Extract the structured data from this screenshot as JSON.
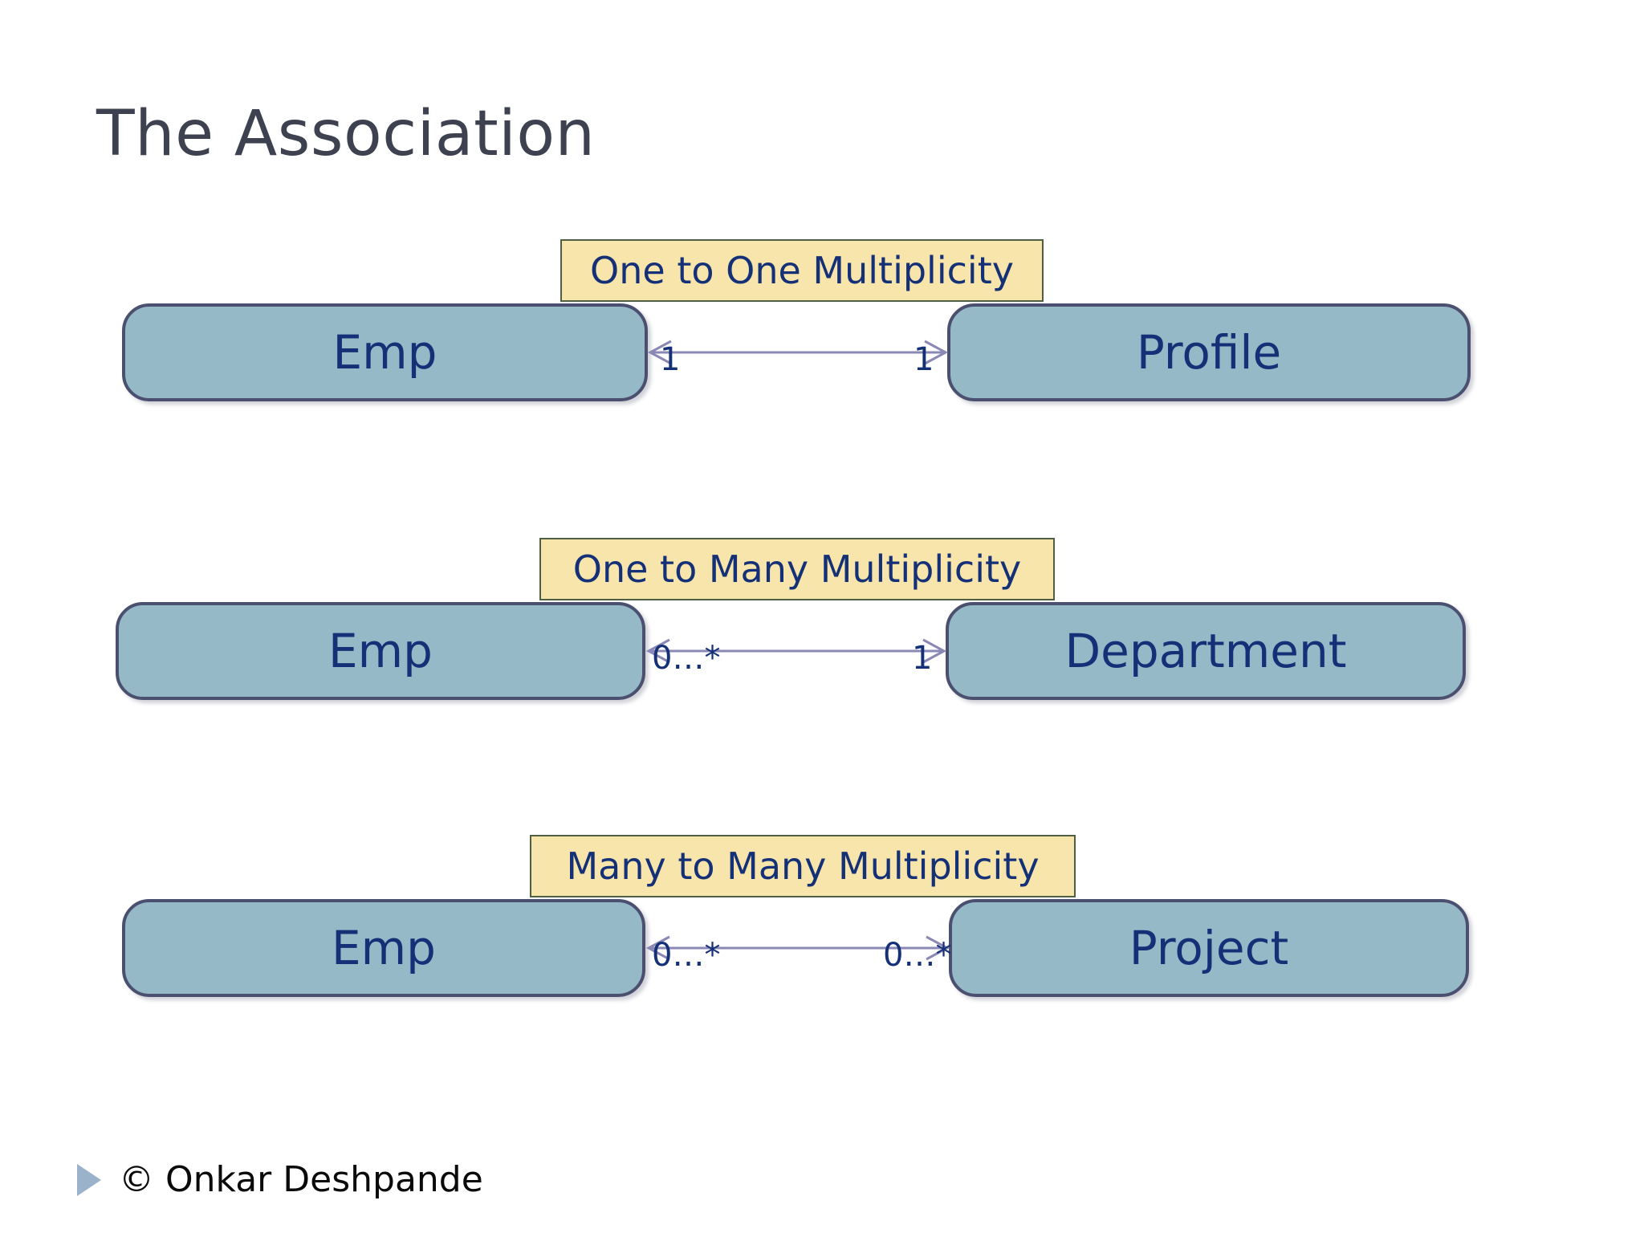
{
  "slide": {
    "title": "The Association",
    "accent_box_fill": "#95b9c7",
    "accent_box_border": "#4c5070",
    "caption_fill": "#f8e5ab",
    "caption_border": "#4f5f44",
    "text_navy": "#143077",
    "title_color": "#3e4250",
    "arrow_color": "#8a88b4"
  },
  "associations": [
    {
      "caption": "One to One Multiplicity",
      "left_entity": "Emp",
      "right_entity": "Profile",
      "left_multiplicity": "1",
      "right_multiplicity": "1"
    },
    {
      "caption": "One to Many Multiplicity",
      "left_entity": "Emp",
      "right_entity": "Department",
      "left_multiplicity": "0…*",
      "right_multiplicity": "1"
    },
    {
      "caption": "Many to Many Multiplicity",
      "left_entity": "Emp",
      "right_entity": "Project",
      "left_multiplicity": "0…*",
      "right_multiplicity": "0…*"
    }
  ],
  "footer": {
    "bullet_icon": "triangle-right-icon",
    "text": "© Onkar Deshpande"
  }
}
